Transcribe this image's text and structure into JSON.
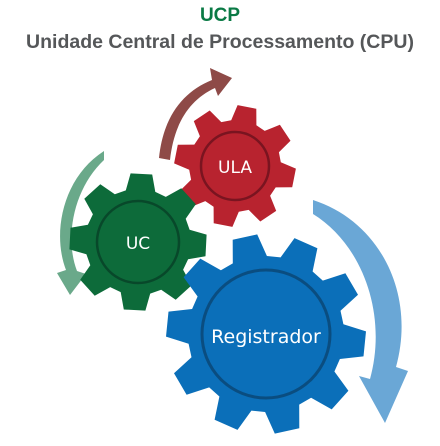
{
  "header": {
    "title": "UCP",
    "subtitle": "Unidade Central de Processamento (CPU)"
  },
  "gears": [
    {
      "key": "ula",
      "label": "ULA",
      "color": "#b8232f",
      "ring": "#7a1420"
    },
    {
      "key": "uc",
      "label": "UC",
      "color": "#0d6b3a",
      "ring": "#08482a"
    },
    {
      "key": "registrador",
      "label": "Registrador",
      "color": "#0b6fb9",
      "ring": "#0a4d80"
    }
  ],
  "arrows": [
    {
      "key": "ula-arrow",
      "color": "#8e4a47"
    },
    {
      "key": "uc-arrow",
      "color": "#6aa98a"
    },
    {
      "key": "registrador-arrow",
      "color": "#6aa7d6"
    }
  ]
}
